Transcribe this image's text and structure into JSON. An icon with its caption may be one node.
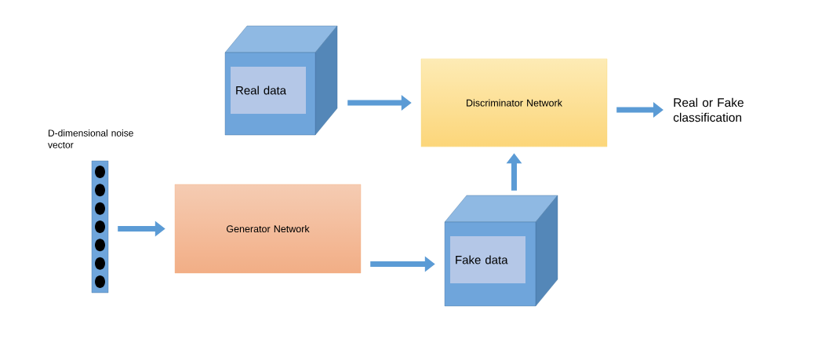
{
  "diagram": {
    "nodes": [
      {
        "text": [
          "D-dimensional noise vector"
        ]
      },
      {
        "text": [
          "Real data"
        ]
      },
      {
        "text": [
          "Discriminator Network"
        ]
      },
      {
        "text": [
          "Real or Fake classification"
        ]
      },
      {
        "text": [
          "Generator Network"
        ]
      },
      {
        "text": [
          "Fake data"
        ]
      }
    ],
    "edges": [
      {
        "from": 0,
        "to": 4,
        "arrow": "to"
      },
      {
        "from": 4,
        "to": 5,
        "arrow": "to"
      },
      {
        "from": 5,
        "to": 2,
        "arrow": "to"
      },
      {
        "from": 1,
        "to": 2,
        "arrow": "to"
      },
      {
        "from": 2,
        "to": 3,
        "arrow": "to"
      }
    ]
  }
}
